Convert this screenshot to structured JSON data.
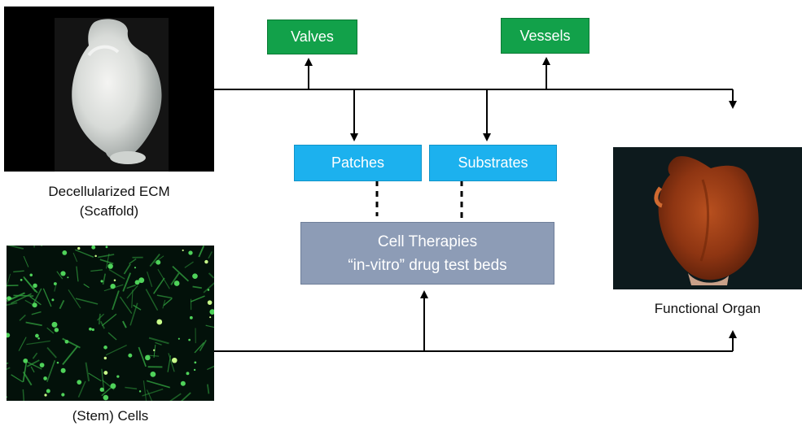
{
  "scaffold": {
    "caption_line1": "Decellularized ECM",
    "caption_line2": "(Scaffold)"
  },
  "cells": {
    "caption": "(Stem) Cells"
  },
  "organ": {
    "caption": "Functional Organ"
  },
  "top_outputs": {
    "valves": "Valves",
    "vessels": "Vessels"
  },
  "middle_outputs": {
    "patches": "Patches",
    "substrates": "Substrates"
  },
  "applications": {
    "line1": "Cell Therapies",
    "line2": "“in-vitro” drug test beds"
  },
  "colors": {
    "green_box": "#12a14a",
    "blue_box": "#1cb1ee",
    "slate_box": "#8d9cb6",
    "arrow": "#000000"
  }
}
